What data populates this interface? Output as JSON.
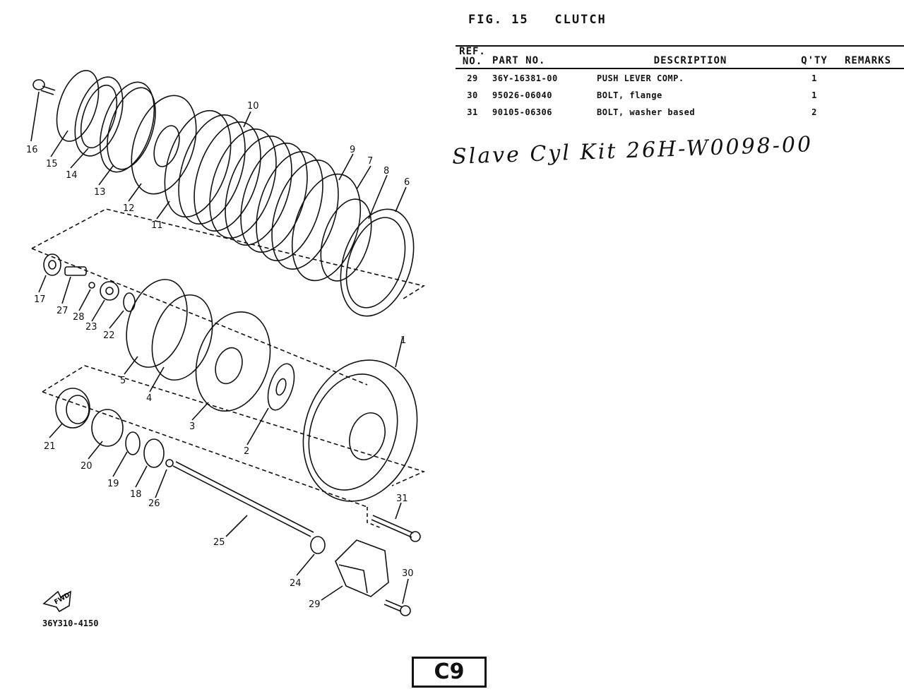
{
  "figure": {
    "label": "FIG. 15",
    "name": "CLUTCH"
  },
  "table": {
    "headers": {
      "ref_line1": "REF.",
      "ref_line2": "NO.",
      "part_no": "PART NO.",
      "description": "DESCRIPTION",
      "qty": "Q'TY",
      "remarks": "REMARKS"
    },
    "rows": [
      {
        "ref": "29",
        "part_no": "36Y-16381-00",
        "description": "PUSH LEVER COMP.",
        "qty": "1",
        "remarks": ""
      },
      {
        "ref": "30",
        "part_no": "95026-06040",
        "description": "BOLT, flange",
        "qty": "1",
        "remarks": ""
      },
      {
        "ref": "31",
        "part_no": "90105-06306",
        "description": "BOLT, washer based",
        "qty": "2",
        "remarks": ""
      }
    ]
  },
  "handwritten_note": "Slave Cyl Kit 26H-W0098-00",
  "drawing_code": "36Y310-4150",
  "page_tag": "C9",
  "fwd_label": "FWD",
  "callouts": [
    "16",
    "15",
    "14",
    "13",
    "12",
    "11",
    "10",
    "9",
    "7",
    "8",
    "6",
    "17",
    "27",
    "28",
    "23",
    "22",
    "5",
    "4",
    "3",
    "2",
    "1",
    "21",
    "20",
    "19",
    "18",
    "26",
    "25",
    "24",
    "29",
    "31",
    "30"
  ],
  "colors": {
    "ink": "#111111",
    "paper": "#ffffff"
  }
}
